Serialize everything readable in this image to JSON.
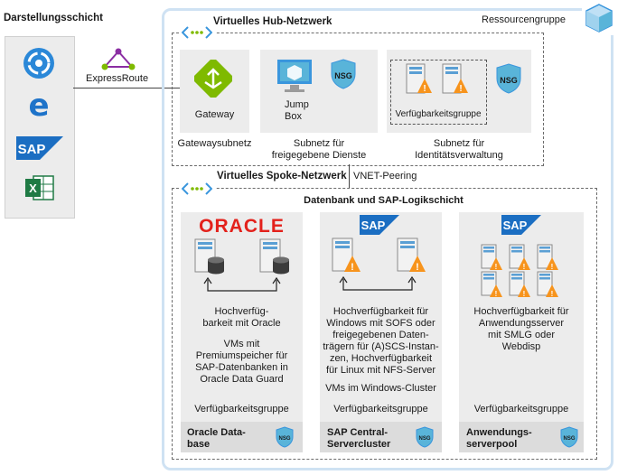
{
  "presentation": {
    "title": "Darstellungsschicht",
    "icons": [
      "azure-app-icon",
      "edge-browser-icon",
      "sap-logo-icon",
      "excel-icon"
    ]
  },
  "expressroute": {
    "label": "ExpressRoute"
  },
  "resource_group": {
    "label": "Ressourcengruppe",
    "icon": "resource-group-cube-icon"
  },
  "hub": {
    "title": "Virtuelles Hub-Netzwerk",
    "gateway_label": "Gateway",
    "gateway_subnet": "Gatewaysubnetz",
    "jumpbox_label": "Jump\nBox",
    "shared_subnet": "Subnetz für\nfreigegebene Dienste",
    "availability_group": "Verfügbarkeitsgruppe",
    "identity_subnet": "Subnetz für\nIdentitätsverwaltung",
    "nsg": "NSG"
  },
  "spoke": {
    "title": "Virtuelles Spoke-Netzwerk",
    "peering": "VNET-Peering",
    "db_title": "Datenbank und SAP-Logikschicht",
    "oracle": {
      "logo": "ORACLE",
      "ha_text": "Hochverfüg-\nbarkeit mit Oracle",
      "vm_text": "VMs mit\nPremiumspeicher für\nSAP-Datenbanken in\nOracle Data Guard",
      "avset": "Verfügbarkeitsgruppe",
      "footer": "Oracle Data-\nbase"
    },
    "central": {
      "logo": "SAP",
      "ha_text": "Hochverfügbarkeit für\nWindows mit SOFS oder\nfreigegebenen Daten-\nträgern für (A)SCS-Instan-\nzen, Hochverfügbarkeit\nfür Linux mit NFS-Server",
      "vm_text": "VMs im Windows-Cluster",
      "avset": "Verfügbarkeitsgruppe",
      "footer": "SAP Central-\nServercluster"
    },
    "app": {
      "logo": "SAP",
      "ha_text": "Hochverfügbarkeit für\nAnwendungsserver\nmit SMLG oder\nWebdisp",
      "avset": "Verfügbarkeitsgruppe",
      "footer": "Anwendungs-\nserverpool"
    },
    "nsg": "NSG"
  },
  "colors": {
    "accent_blue": "#0078d4",
    "gateway_green": "#7fba00",
    "oracle_red": "#e3211b",
    "warning_orange": "#f7941d",
    "expressroute_purple": "#8b2ea3"
  }
}
